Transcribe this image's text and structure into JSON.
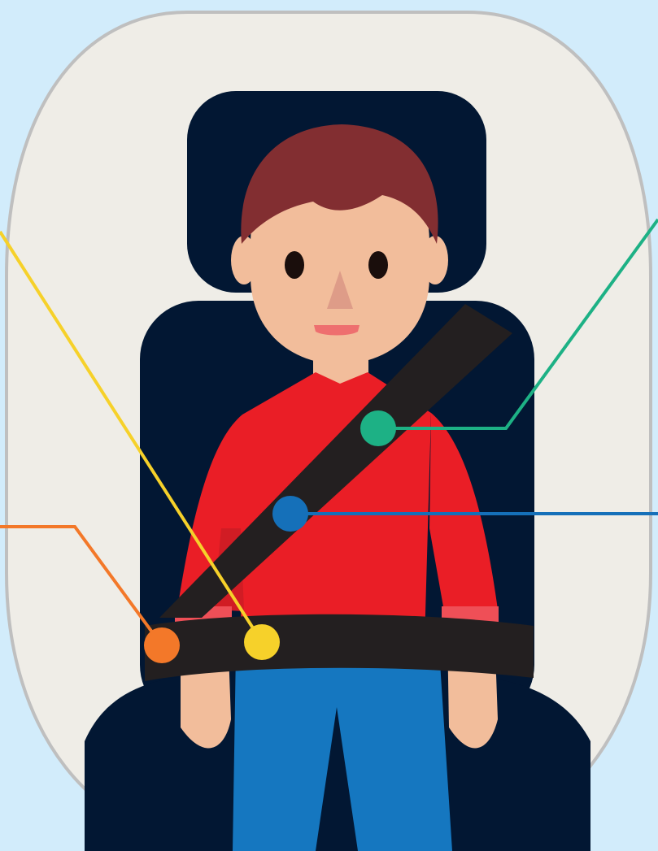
{
  "illustration": {
    "subject": "child-in-booster-seat",
    "colors": {
      "background": "#d2ecfb",
      "oval_fill": "#efede7",
      "oval_stroke": "#bfbfbf",
      "seat": "#021733",
      "hair": "#822e31",
      "skin": "#f2bd9b",
      "nose": "#de9c88",
      "mouth": "#ee6f6f",
      "eyes": "#1a0e0c",
      "shirt": "#ea1e26",
      "shirt_shadow": "#d11c24",
      "cuff": "#ef4f57",
      "jeans": "#1577c0",
      "belt": "#231f20"
    }
  },
  "callouts": [
    {
      "id": "shoulder-belt-point",
      "color": "#1db185",
      "icon": "marker-dot"
    },
    {
      "id": "belt-crossing-point",
      "color": "#1570b9",
      "icon": "marker-dot"
    },
    {
      "id": "lap-belt-hip-point",
      "color": "#f6d12a",
      "icon": "marker-dot"
    },
    {
      "id": "lap-belt-buckle-side-point",
      "color": "#f37829",
      "icon": "marker-dot"
    }
  ]
}
